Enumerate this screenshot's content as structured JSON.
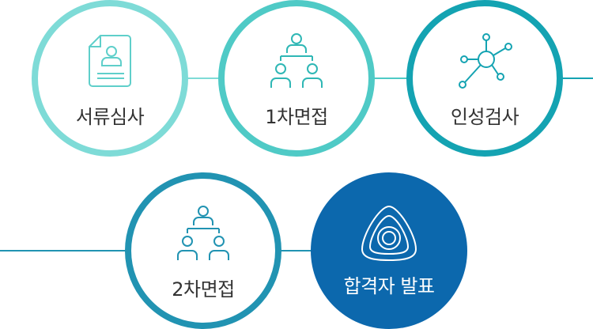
{
  "steps": [
    {
      "label": "서류심사",
      "icon": "document-icon",
      "ring_color": "#7edbd7",
      "icon_color": "#5fcfca"
    },
    {
      "label": "1차면접",
      "icon": "interview-group-icon",
      "ring_color": "#4fcac6",
      "icon_color": "#2fb7b5"
    },
    {
      "label": "인성검사",
      "icon": "network-icon",
      "ring_color": "#14a3b2",
      "icon_color": "#14a3b2"
    },
    {
      "label": "2차면접",
      "icon": "interview-group-icon",
      "ring_color": "#2193b2",
      "icon_color": "#2193b2"
    },
    {
      "label": "합격자 발표",
      "icon": "badge-icon",
      "fill_color": "#0c68ad",
      "icon_color": "#ffffff"
    }
  ],
  "colors": {
    "line_top_1": "#7edbd7",
    "line_top_2": "#4fcac6",
    "line_top_3": "#14a3b2",
    "line_bottom_1": "#2193b2",
    "line_bottom_2": "#0c68ad"
  }
}
